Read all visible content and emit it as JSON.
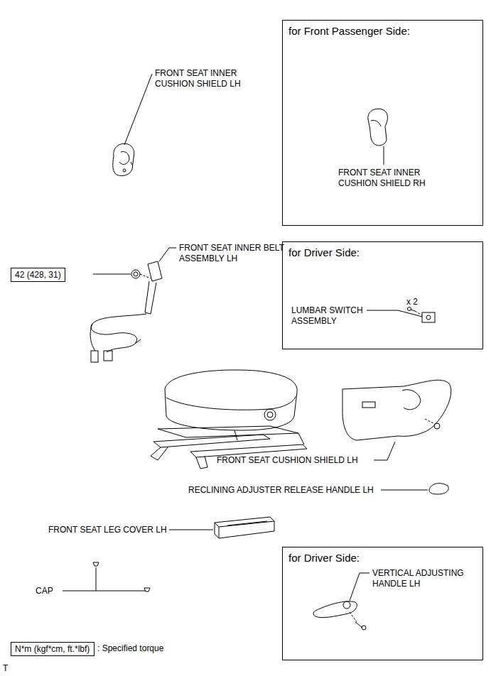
{
  "diagram": {
    "nodes": [
      {
        "text": [
          "for Front Passenger Side:"
        ]
      },
      {
        "text": [
          "for Driver Side:"
        ]
      },
      {
        "text": [
          "42 (428, 31)"
        ]
      },
      {
        "text": [
          "for Driver Side:"
        ]
      },
      {
        "text": [
          "N*m (kgf*cm, ft.*lbf)"
        ]
      }
    ],
    "labels": [
      "FRONT SEAT INNER CUSHION SHIELD LH",
      "FRONT SEAT INNER CUSHION SHIELD RH",
      "FRONT SEAT INNER BELT ASSEMBLY LH",
      "LUMBAR SWITCH ASSEMBLY",
      "x 2",
      "FRONT SEAT CUSHION SHIELD LH",
      "RECLINING ADJUSTER RELEASE HANDLE LH",
      "FRONT SEAT LEG COVER LH",
      "CAP",
      "VERTICAL ADJUSTING HANDLE LH",
      ": Specified torque",
      "T"
    ]
  }
}
